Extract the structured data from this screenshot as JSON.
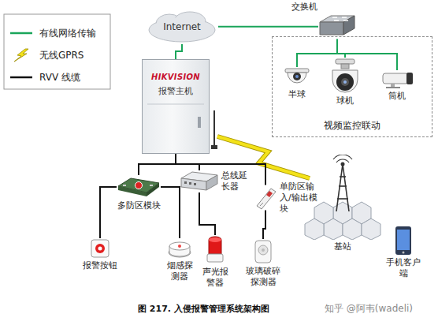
{
  "diagram": {
    "caption": "图 217. 入侵报警管理系统架构图",
    "nodes": [
      {
        "text": [
          "Internet"
        ]
      },
      {
        "text": [
          "交换机"
        ]
      },
      {
        "text": [
          "视频监控联动"
        ]
      },
      {
        "text": [
          "半球"
        ],
        "in": 2
      },
      {
        "text": [
          "球机"
        ],
        "in": 2
      },
      {
        "text": [
          "筒机"
        ],
        "in": 2
      },
      {
        "text": [
          "HIKVISION",
          "报警主机"
        ]
      },
      {
        "text": [
          "多防区模块"
        ]
      },
      {
        "text": [
          "总线延长器"
        ]
      },
      {
        "text": [
          "单防区输入/输出模块"
        ]
      },
      {
        "text": [
          "报警按钮"
        ]
      },
      {
        "text": [
          "烟感探测器"
        ]
      },
      {
        "text": [
          "声光报警器"
        ]
      },
      {
        "text": [
          "玻璃破碎探测器"
        ]
      },
      {
        "text": [
          "基站"
        ]
      },
      {
        "text": [
          "手机客户端"
        ]
      }
    ],
    "edges": [
      {
        "from": 0,
        "to": 6,
        "arrow": "none"
      },
      {
        "from": 0,
        "to": 1,
        "arrow": "none"
      },
      {
        "from": 1,
        "to": 3,
        "arrow": "none"
      },
      {
        "from": 1,
        "to": 4,
        "arrow": "none"
      },
      {
        "from": 1,
        "to": 5,
        "arrow": "none"
      },
      {
        "from": 6,
        "to": 14,
        "arrow": "none"
      },
      {
        "from": 6,
        "to": 7,
        "arrow": "none"
      },
      {
        "from": 6,
        "to": 8,
        "arrow": "none"
      },
      {
        "from": 6,
        "to": 9,
        "arrow": "none"
      },
      {
        "from": 7,
        "to": 10,
        "arrow": "none"
      },
      {
        "from": 7,
        "to": 11,
        "arrow": "none"
      },
      {
        "from": 8,
        "to": 12,
        "arrow": "none"
      },
      {
        "from": 9,
        "to": 13,
        "arrow": "none"
      }
    ],
    "labels": [
      "知乎 @阿韦(wadeli)"
    ],
    "legend": [
      {
        "text": "有线网络传输"
      },
      {
        "text": "无线GPRS"
      },
      {
        "text": "RVV 线缆"
      }
    ]
  }
}
